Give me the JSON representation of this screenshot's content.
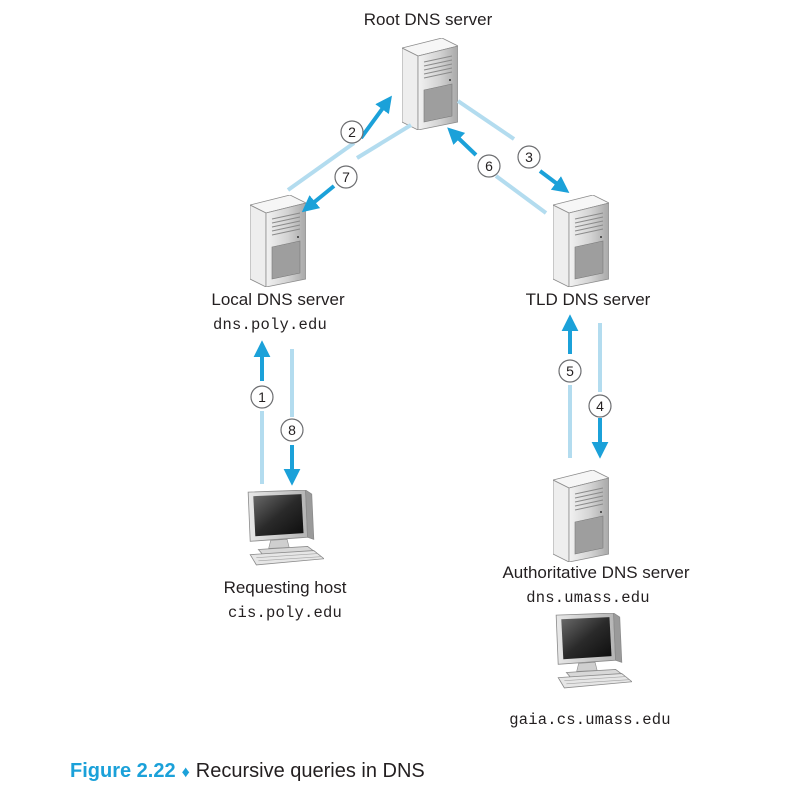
{
  "nodes": {
    "root": {
      "label": "Root DNS server"
    },
    "local": {
      "label": "Local DNS server",
      "hostname": "dns.poly.edu"
    },
    "tld": {
      "label": "TLD DNS server"
    },
    "requesting": {
      "label": "Requesting host",
      "hostname": "cis.poly.edu"
    },
    "authoritative": {
      "label": "Authoritative DNS server",
      "hostname": "dns.umass.edu"
    },
    "gaia": {
      "hostname": "gaia.cs.umass.edu"
    }
  },
  "steps": [
    "1",
    "2",
    "3",
    "4",
    "5",
    "6",
    "7",
    "8"
  ],
  "caption": {
    "figure": "Figure 2.22",
    "separator": "♦",
    "text": "Recursive queries in DNS"
  },
  "colors": {
    "arrow": "#1ba1d9",
    "arrow_faded": "#b3dcef"
  }
}
